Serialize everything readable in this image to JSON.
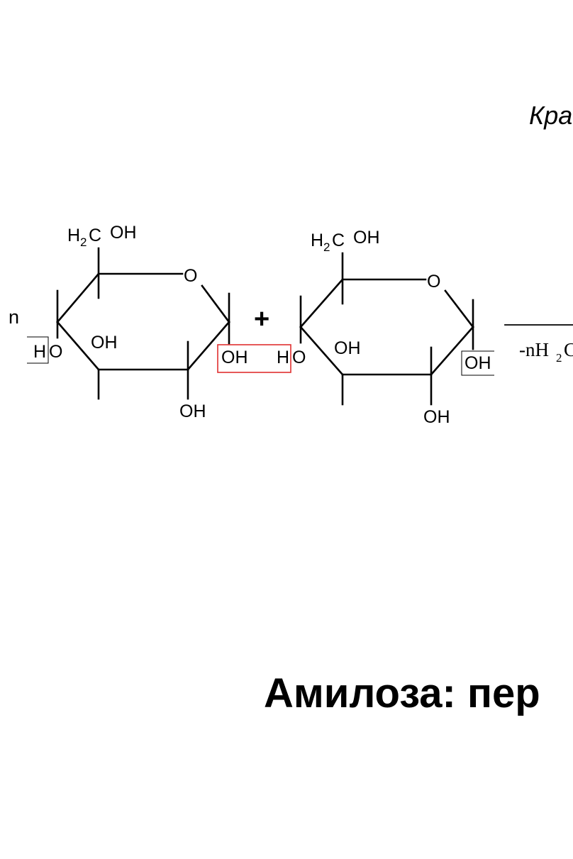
{
  "header": {
    "italic_text": "Кра"
  },
  "reaction": {
    "coefficient": "n",
    "plus_sign": "+",
    "condition_prefix": "-nH",
    "condition_sub": "2",
    "condition_suffix": "C"
  },
  "molecule_1": {
    "ch2oh_h": "H",
    "ch2oh_sub": "2",
    "ch2oh_c": "C",
    "ch2oh_oh": "OH",
    "ring_o": "O",
    "c4_ho_h": "H",
    "c4_ho_o": "O",
    "c3_oh": "OH",
    "c2_oh": "OH",
    "c1_oh": "OH"
  },
  "molecule_2": {
    "ch2oh_h": "H",
    "ch2oh_sub": "2",
    "ch2oh_c": "C",
    "ch2oh_oh": "OH",
    "ring_o": "O",
    "c4_ho_h": "H",
    "c4_ho_o": "O",
    "c3_oh": "OH",
    "c2_oh": "OH",
    "c1_oh": "OH"
  },
  "footer": {
    "title": "Амилоза: пер"
  },
  "colors": {
    "highlight_frame": "#e03030",
    "text": "#000000"
  }
}
